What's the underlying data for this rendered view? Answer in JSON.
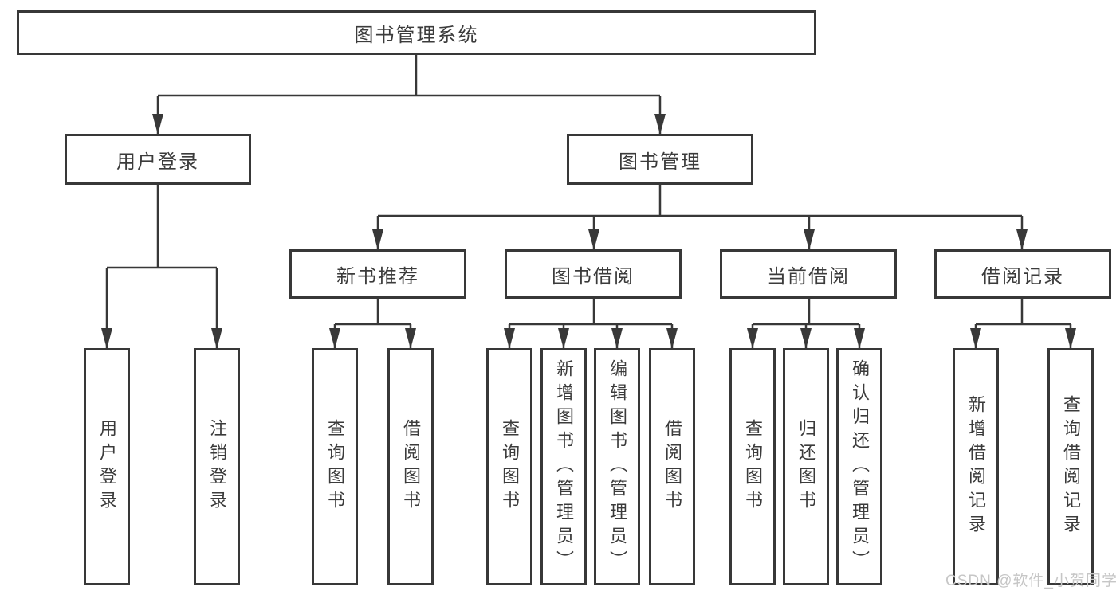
{
  "diagram": {
    "root": {
      "label": "图书管理系统"
    },
    "level1": [
      {
        "label": "用户登录"
      },
      {
        "label": "图书管理"
      }
    ],
    "level2": [
      {
        "label": "新书推荐"
      },
      {
        "label": "图书借阅"
      },
      {
        "label": "当前借阅"
      },
      {
        "label": "借阅记录"
      }
    ],
    "leaves": {
      "user_login": [
        "用户登录",
        "注销登录"
      ],
      "new_book_recommendation": [
        "查询图书",
        "借阅图书"
      ],
      "book_borrowing": [
        "查询图书",
        "新增图书（管理员）",
        "编辑图书（管理员）",
        "借阅图书"
      ],
      "current_borrowing": [
        "查询图书",
        "归还图书",
        "确认归还（管理员）"
      ],
      "borrowing_records": [
        "新增借阅记录",
        "查询借阅记录"
      ]
    },
    "watermark": "CSDN @软件_小贺同学",
    "colors": {
      "line": "#383838",
      "border": "#383838",
      "text": "#3b3b3b",
      "watermark": "#c6c6c6",
      "background": "#ffffff"
    }
  }
}
